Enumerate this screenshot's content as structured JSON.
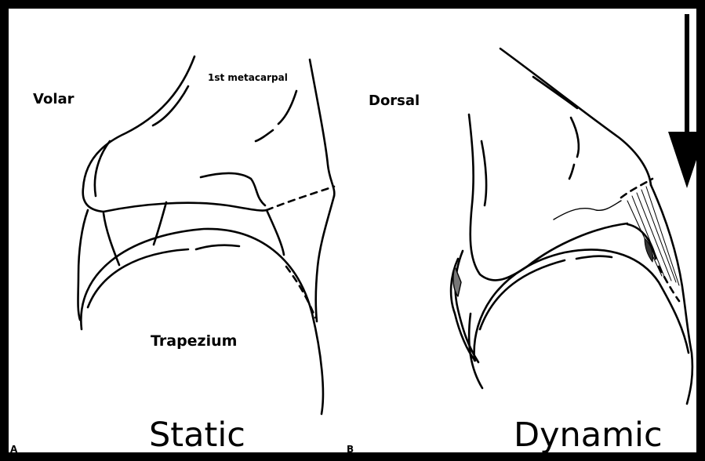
{
  "labels": {
    "volar": "Volar",
    "dorsal": "Dorsal",
    "first_metacarpal": "1st metacarpal",
    "trapezium": "Trapezium",
    "static": "Static",
    "dynamic": "Dynamic",
    "panel_a": "A",
    "panel_b": "B"
  }
}
